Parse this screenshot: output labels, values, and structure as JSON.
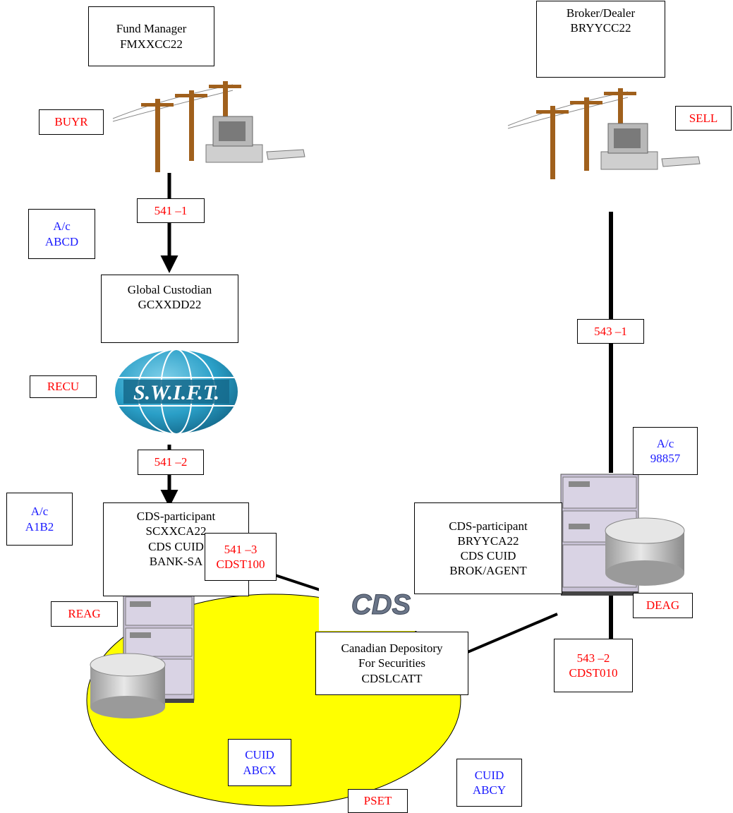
{
  "fund_manager": {
    "title": "Fund Manager",
    "bic": "FMXXCC22"
  },
  "broker_dealer": {
    "title": "Broker/Dealer",
    "bic": "BRYYCC22"
  },
  "global_custodian": {
    "title": "Global Custodian",
    "bic": "GCXXDD22"
  },
  "cds_participant_left": {
    "title": "CDS-participant",
    "bic": "SCXXCA22",
    "cuid_label": "CDS CUID",
    "cuid": "BANK-SA"
  },
  "cds_participant_right": {
    "title": "CDS-participant",
    "bic": "BRYYCA22",
    "cuid_label": "CDS CUID",
    "cuid": "BROK/AGENT"
  },
  "depository": {
    "line1": "Canadian Depository",
    "line2": "For Securities",
    "bic": "CDSLCATT"
  },
  "qualifiers": {
    "buyr": "BUYR",
    "sell": "SELL",
    "recu": "RECU",
    "reag": "REAG",
    "deag": "DEAG",
    "pset": "PSET"
  },
  "messages": {
    "m541_1": "541 –1",
    "m541_2": "541 –2",
    "m541_3": {
      "code": "541 –3",
      "ref": "CDST100"
    },
    "m543_1": "543 –1",
    "m543_2": {
      "code": "543 –2",
      "ref": "CDST010"
    }
  },
  "accounts": {
    "abcd": {
      "label": "A/c",
      "value": "ABCD"
    },
    "a1b2": {
      "label": "A/c",
      "value": "A1B2"
    },
    "n98857": {
      "label": "A/c",
      "value": "98857"
    },
    "cuid_abcx": {
      "label": "CUID",
      "value": "ABCX"
    },
    "cuid_abcy": {
      "label": "CUID",
      "value": "ABCY"
    }
  },
  "logos": {
    "swift": "S.W.I.F.T.",
    "cds": "CDS"
  },
  "colors": {
    "qualifier": "#ff0000",
    "account": "#1a1aff",
    "cds_zone": "#ffff00",
    "swift_globe": "#2a9fc7",
    "pole": "#a0601c",
    "server": "#c9c2d6"
  }
}
